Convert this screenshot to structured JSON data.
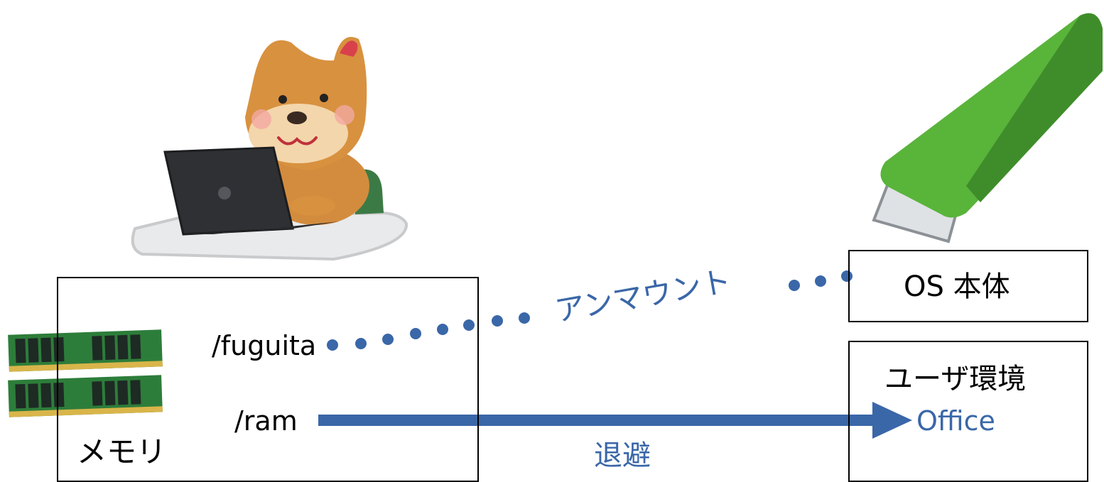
{
  "memory_box": {
    "label": "メモリ",
    "mount_fuguita": "/fuguita",
    "mount_ram": "/ram"
  },
  "os_box": {
    "label": "OS 本体"
  },
  "user_env_box": {
    "label": "ユーザ環境",
    "office": "Office"
  },
  "connections": {
    "unmount_label": "アンマウント",
    "evacuate_label": "退避"
  },
  "icons": [
    "shiba-dog-with-laptop-illustration",
    "ram-module-icon",
    "usb-stick-icon"
  ],
  "colors": {
    "accent_blue": "#3a67a8",
    "usb_green": "#5cb23a",
    "frame": "#000000"
  }
}
